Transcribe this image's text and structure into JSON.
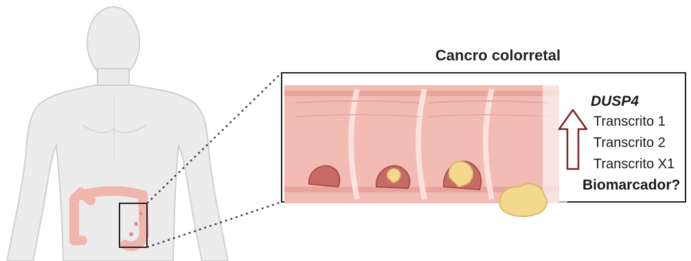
{
  "title": "Cancro colorretal",
  "gene": "DUSP4",
  "transcripts": [
    "Transcrito 1",
    "Transcrito 2",
    "Transcrito X1"
  ],
  "question": "Biomarcador?",
  "colors": {
    "skin": "#ececec",
    "skin_outline": "#cfcfcf",
    "colon": "#f0b6ad",
    "colon_dark": "#e48f86",
    "polyp": "#f2d98e",
    "arrow": "#7a2222",
    "frame": "#222222"
  }
}
